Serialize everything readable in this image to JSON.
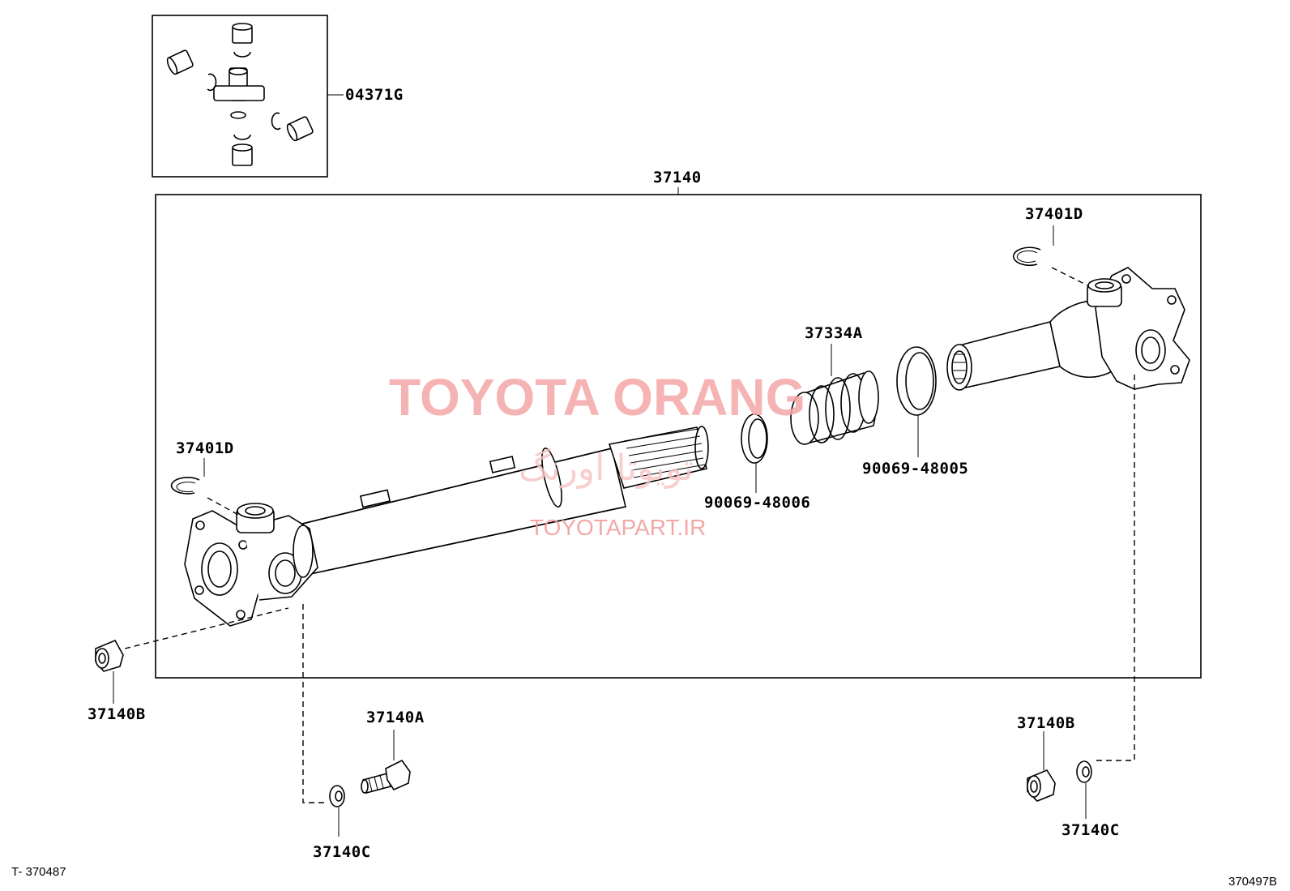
{
  "diagram": {
    "labels": {
      "universal_joint_kit": "04371G",
      "shaft_assembly": "37140",
      "snap_ring_right": "37401D",
      "snap_ring_left": "37401D",
      "boot": "37334A",
      "clamp_large": "90069-48005",
      "clamp_small": "90069-48006",
      "nut_left": "37140B",
      "bolt": "37140A",
      "washer_left": "37140C",
      "nut_right": "37140B",
      "washer_right": "37140C"
    },
    "footer": {
      "left_code": "T- 370487",
      "right_code": "370497B"
    }
  },
  "watermark": {
    "brand": "TOYOTA ORANG",
    "persian": "تویوتا اورنگ",
    "url": "TOYOTAPART.IR",
    "color": "#f4a6a6"
  }
}
